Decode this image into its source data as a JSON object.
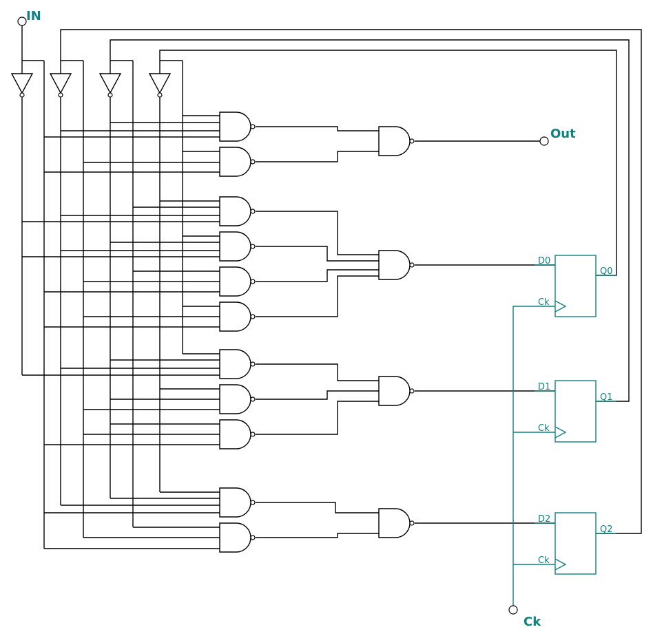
{
  "diagram": {
    "type": "sequential logic circuit",
    "colors": {
      "wire": "#000000",
      "flipflop": "#118080",
      "label": "#118080"
    },
    "inputs": [
      {
        "id": "in",
        "label": "IN"
      },
      {
        "id": "ck",
        "label": "Ck"
      }
    ],
    "outputs": [
      {
        "id": "out",
        "label": "Out"
      }
    ],
    "inverters": [
      {
        "id": "inv-in",
        "source": "IN"
      },
      {
        "id": "inv-q2",
        "source": "Q2"
      },
      {
        "id": "inv-q1",
        "source": "Q1"
      },
      {
        "id": "inv-q0",
        "source": "Q0"
      }
    ],
    "flipflops": [
      {
        "id": "ff0",
        "d_label": "D0",
        "ck_label": "Ck",
        "q_label": "Q0"
      },
      {
        "id": "ff1",
        "d_label": "D1",
        "ck_label": "Ck",
        "q_label": "Q1"
      },
      {
        "id": "ff2",
        "d_label": "D2",
        "ck_label": "Ck",
        "q_label": "Q2"
      }
    ],
    "first_stage_nands": [
      {
        "id": "n1",
        "inputs": 4
      },
      {
        "id": "n2",
        "inputs": 3
      },
      {
        "id": "n3",
        "inputs": 4
      },
      {
        "id": "n4",
        "inputs": 4
      },
      {
        "id": "n5",
        "inputs": 3
      },
      {
        "id": "n6",
        "inputs": 3
      },
      {
        "id": "n7",
        "inputs": 4
      },
      {
        "id": "n8",
        "inputs": 3
      },
      {
        "id": "n9",
        "inputs": 3
      },
      {
        "id": "n10",
        "inputs": 4
      },
      {
        "id": "n11",
        "inputs": 3
      }
    ],
    "second_stage_nands": [
      {
        "id": "s-out",
        "drives": "Out",
        "inputs": 2
      },
      {
        "id": "s-d0",
        "drives": "D0",
        "inputs": 4
      },
      {
        "id": "s-d1",
        "drives": "D1",
        "inputs": 3
      },
      {
        "id": "s-d2",
        "drives": "D2",
        "inputs": 2
      }
    ]
  }
}
